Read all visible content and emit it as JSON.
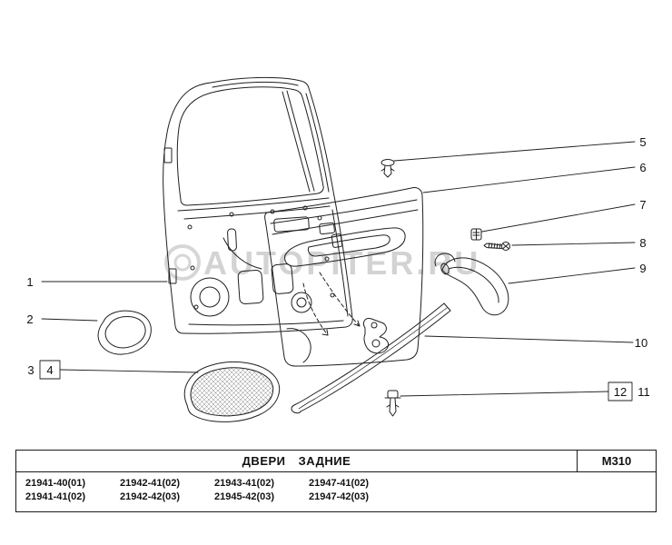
{
  "colors": {
    "background": "#ffffff",
    "line": "#1f1f1f",
    "watermark": "#cccccc",
    "text": "#111111"
  },
  "watermark": {
    "text": "AUTOPITER.RU"
  },
  "callouts": {
    "c1": "1",
    "c2": "2",
    "c3": "3",
    "c4": "4",
    "c5": "5",
    "c6": "6",
    "c7": "7",
    "c8": "8",
    "c9": "9",
    "c10": "10",
    "c11": "11",
    "c12": "12"
  },
  "table": {
    "section_title": "ДВЕРИ ЗАДНИЕ",
    "section_code": "M310",
    "part_numbers": [
      [
        "21941-40(01)",
        "21942-41(02)",
        "21943-41(02)",
        "21947-41(02)"
      ],
      [
        "21941-41(02)",
        "21942-42(03)",
        "21945-42(03)",
        "21947-42(03)"
      ]
    ]
  }
}
